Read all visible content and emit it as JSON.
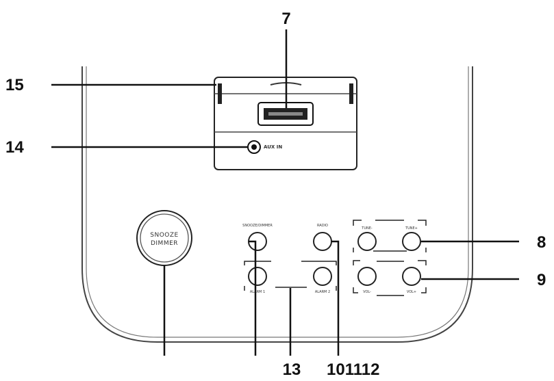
{
  "callouts": {
    "c7": "7",
    "c15": "15",
    "c14": "14",
    "c8": "8",
    "c9": "9",
    "c13": "13",
    "c10_11_12": "101112"
  },
  "labels": {
    "aux_in": "AUX IN",
    "snooze": "SNOOZE",
    "dimmer": "DIMMER",
    "btn_top_left": "SNOOZE/DIMMER",
    "btn_top_mid": "RADIO",
    "btn_tune_down": "TUNE-",
    "btn_tune_up": "TUNE+",
    "btn_alarm1": "ALARM 1",
    "btn_alarm2": "ALARM 2",
    "btn_vol_down": "VOL-",
    "btn_vol_up": "VOL+"
  }
}
